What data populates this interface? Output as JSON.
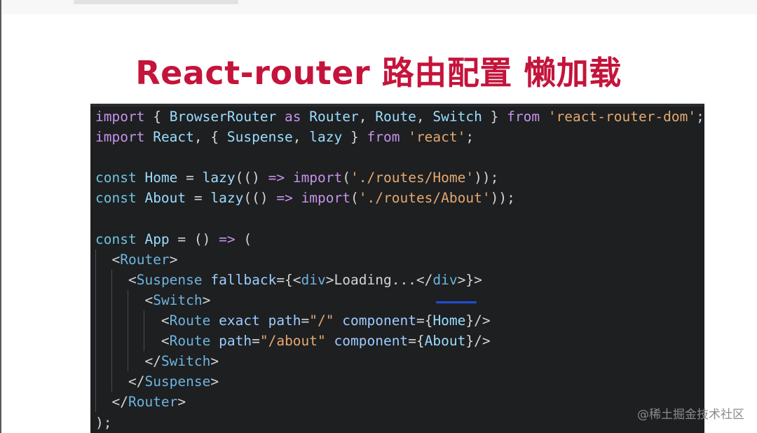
{
  "slide": {
    "title": "React-router 路由配置 懒加载"
  },
  "code": {
    "lines": [
      [
        {
          "t": "import",
          "c": "kw"
        },
        {
          "t": " { ",
          "c": "pn"
        },
        {
          "t": "BrowserRouter",
          "c": "id"
        },
        {
          "t": " as ",
          "c": "kw"
        },
        {
          "t": "Router",
          "c": "id"
        },
        {
          "t": ", ",
          "c": "pn"
        },
        {
          "t": "Route",
          "c": "id"
        },
        {
          "t": ", ",
          "c": "pn"
        },
        {
          "t": "Switch",
          "c": "id"
        },
        {
          "t": " } ",
          "c": "pn"
        },
        {
          "t": "from",
          "c": "kw"
        },
        {
          "t": " ",
          "c": "pn"
        },
        {
          "t": "'react-router-dom'",
          "c": "st"
        },
        {
          "t": ";",
          "c": "pn"
        }
      ],
      [
        {
          "t": "import",
          "c": "kw"
        },
        {
          "t": " ",
          "c": "pn"
        },
        {
          "t": "React",
          "c": "id"
        },
        {
          "t": ", { ",
          "c": "pn"
        },
        {
          "t": "Suspense",
          "c": "id"
        },
        {
          "t": ", ",
          "c": "pn"
        },
        {
          "t": "lazy",
          "c": "id"
        },
        {
          "t": " } ",
          "c": "pn"
        },
        {
          "t": "from",
          "c": "kw"
        },
        {
          "t": " ",
          "c": "pn"
        },
        {
          "t": "'react'",
          "c": "st"
        },
        {
          "t": ";",
          "c": "pn"
        }
      ],
      [],
      [
        {
          "t": "const",
          "c": "fn"
        },
        {
          "t": " ",
          "c": "pn"
        },
        {
          "t": "Home",
          "c": "id"
        },
        {
          "t": " = ",
          "c": "pn"
        },
        {
          "t": "lazy",
          "c": "id"
        },
        {
          "t": "(() ",
          "c": "pn"
        },
        {
          "t": "=>",
          "c": "ar"
        },
        {
          "t": " ",
          "c": "pn"
        },
        {
          "t": "import",
          "c": "kw"
        },
        {
          "t": "(",
          "c": "pn"
        },
        {
          "t": "'./routes/Home'",
          "c": "st"
        },
        {
          "t": "));",
          "c": "pn"
        }
      ],
      [
        {
          "t": "const",
          "c": "fn"
        },
        {
          "t": " ",
          "c": "pn"
        },
        {
          "t": "About",
          "c": "id"
        },
        {
          "t": " = ",
          "c": "pn"
        },
        {
          "t": "lazy",
          "c": "id"
        },
        {
          "t": "(() ",
          "c": "pn"
        },
        {
          "t": "=>",
          "c": "ar"
        },
        {
          "t": " ",
          "c": "pn"
        },
        {
          "t": "import",
          "c": "kw"
        },
        {
          "t": "(",
          "c": "pn"
        },
        {
          "t": "'./routes/About'",
          "c": "st"
        },
        {
          "t": "));",
          "c": "pn"
        }
      ],
      [],
      [
        {
          "t": "const",
          "c": "fn"
        },
        {
          "t": " ",
          "c": "pn"
        },
        {
          "t": "App",
          "c": "id"
        },
        {
          "t": " = () ",
          "c": "pn"
        },
        {
          "t": "=>",
          "c": "ar"
        },
        {
          "t": " (",
          "c": "pn"
        }
      ],
      [
        {
          "t": "  ",
          "c": "pn"
        },
        {
          "t": "<",
          "c": "pn"
        },
        {
          "t": "Router",
          "c": "tg"
        },
        {
          "t": ">",
          "c": "pn"
        }
      ],
      [
        {
          "t": "    ",
          "c": "pn"
        },
        {
          "t": "<",
          "c": "pn"
        },
        {
          "t": "Suspense",
          "c": "tg"
        },
        {
          "t": " ",
          "c": "pn"
        },
        {
          "t": "fallback",
          "c": "at"
        },
        {
          "t": "={<",
          "c": "pn"
        },
        {
          "t": "div",
          "c": "tg"
        },
        {
          "t": ">Loading...</",
          "c": "pn"
        },
        {
          "t": "div",
          "c": "tg"
        },
        {
          "t": ">}>",
          "c": "pn"
        }
      ],
      [
        {
          "t": "      ",
          "c": "pn"
        },
        {
          "t": "<",
          "c": "pn"
        },
        {
          "t": "Switch",
          "c": "tg"
        },
        {
          "t": ">",
          "c": "pn"
        }
      ],
      [
        {
          "t": "        ",
          "c": "pn"
        },
        {
          "t": "<",
          "c": "pn"
        },
        {
          "t": "Route",
          "c": "tg"
        },
        {
          "t": " ",
          "c": "pn"
        },
        {
          "t": "exact",
          "c": "at"
        },
        {
          "t": " ",
          "c": "pn"
        },
        {
          "t": "path",
          "c": "at"
        },
        {
          "t": "=",
          "c": "pn"
        },
        {
          "t": "\"/\"",
          "c": "st"
        },
        {
          "t": " ",
          "c": "pn"
        },
        {
          "t": "component",
          "c": "at"
        },
        {
          "t": "={",
          "c": "pn"
        },
        {
          "t": "Home",
          "c": "id"
        },
        {
          "t": "}/>",
          "c": "pn"
        }
      ],
      [
        {
          "t": "        ",
          "c": "pn"
        },
        {
          "t": "<",
          "c": "pn"
        },
        {
          "t": "Route",
          "c": "tg"
        },
        {
          "t": " ",
          "c": "pn"
        },
        {
          "t": "path",
          "c": "at"
        },
        {
          "t": "=",
          "c": "pn"
        },
        {
          "t": "\"/about\"",
          "c": "st"
        },
        {
          "t": " ",
          "c": "pn"
        },
        {
          "t": "component",
          "c": "at"
        },
        {
          "t": "={",
          "c": "pn"
        },
        {
          "t": "About",
          "c": "id"
        },
        {
          "t": "}/>",
          "c": "pn"
        }
      ],
      [
        {
          "t": "      ",
          "c": "pn"
        },
        {
          "t": "</",
          "c": "pn"
        },
        {
          "t": "Switch",
          "c": "tg"
        },
        {
          "t": ">",
          "c": "pn"
        }
      ],
      [
        {
          "t": "    ",
          "c": "pn"
        },
        {
          "t": "</",
          "c": "pn"
        },
        {
          "t": "Suspense",
          "c": "tg"
        },
        {
          "t": ">",
          "c": "pn"
        }
      ],
      [
        {
          "t": "  ",
          "c": "pn"
        },
        {
          "t": "</",
          "c": "pn"
        },
        {
          "t": "Router",
          "c": "tg"
        },
        {
          "t": ">",
          "c": "pn"
        }
      ],
      [
        {
          "t": ");",
          "c": "pn"
        }
      ]
    ]
  },
  "watermark": {
    "text": "@稀土掘金技术社区"
  },
  "colors": {
    "title": "#c4143c",
    "code_background": "#1d1f21",
    "keyword": "#c792ea",
    "const_keyword": "#6fc3df",
    "identifier": "#9cdcfe",
    "string": "#e6a86f",
    "tag": "#6fb3e0",
    "attribute": "#9ecbff"
  }
}
